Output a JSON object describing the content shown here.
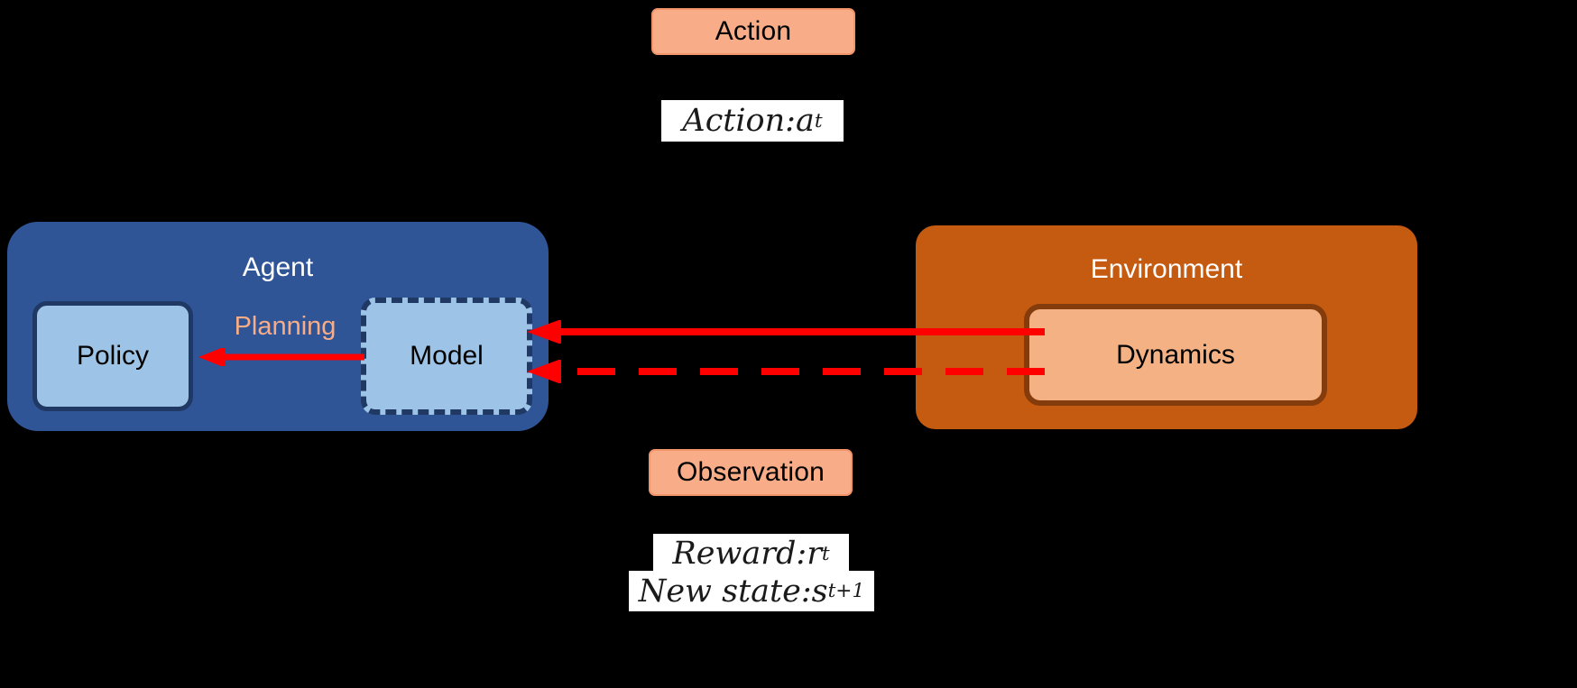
{
  "theme": {
    "background": "#000000",
    "agent_fill": "#2F5597",
    "agent_inner_fill": "#9DC3E6",
    "agent_inner_border": "#203864",
    "environment_fill": "#C55A11",
    "environment_inner_fill": "#F4B183",
    "environment_inner_border": "#843C0C",
    "badge_fill": "#F8AC88",
    "badge_border": "#F2956A",
    "arrow_color": "#FF0000",
    "planning_label_color": "#F8AC88",
    "title_text_color": "#FFFFFF",
    "math_text_color": "#1A1A1A",
    "math_background": "#FFFFFF"
  },
  "badges": {
    "action": "Action",
    "observation": "Observation"
  },
  "math": {
    "action": {
      "label": "Action",
      "separator": " : ",
      "symbol": "a",
      "subscript": "t"
    },
    "reward": {
      "label": "Reward",
      "separator": " : ",
      "symbol": "r",
      "subscript": "t"
    },
    "new_state": {
      "label": "New state",
      "separator": " : ",
      "symbol": "s",
      "subscript": "t+1"
    }
  },
  "agent": {
    "title": "Agent",
    "policy": {
      "label": "Policy"
    },
    "model": {
      "label": "Model",
      "border_style": "dashed"
    },
    "planning": {
      "label": "Planning",
      "direction": "model-to-policy"
    }
  },
  "environment": {
    "title": "Environment",
    "dynamics": {
      "label": "Dynamics"
    }
  },
  "arrows": [
    {
      "name": "action-arrow",
      "style": "solid",
      "direction": "environment-to-agent",
      "target": "model"
    },
    {
      "name": "observation-arrow",
      "style": "dashed",
      "direction": "environment-to-agent",
      "target": "model"
    }
  ]
}
